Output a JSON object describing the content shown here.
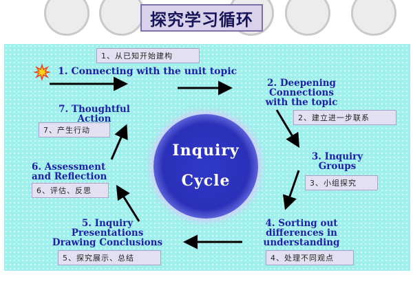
{
  "title": "探究学习循环",
  "center": {
    "line1": "Inquiry",
    "line2": "Cycle"
  },
  "stages": {
    "s1": {
      "label": "1. Connecting with the unit topic",
      "note": "1、从已知开始建构"
    },
    "s2": {
      "line1": "2. Deepening",
      "line2": "Connections",
      "line3": "with the topic",
      "note": "2、建立进一步联系"
    },
    "s3": {
      "line1": "3. Inquiry",
      "line2": "Groups",
      "note": "3、小组探究"
    },
    "s4": {
      "line1": "4.  Sorting out",
      "line2": "differences in",
      "line3": "understanding",
      "note": "4、处理不同观点"
    },
    "s5": {
      "line1": "5. Inquiry",
      "line2": "Presentations",
      "line3": "Drawing Conclusions",
      "note": "5、探究展示、总结"
    },
    "s6": {
      "line1": "6. Assessment",
      "line2": "and Reflection",
      "note": "6、评估、反思"
    },
    "s7": {
      "line1": "7. Thoughtful",
      "line2": "Action",
      "note": "7、产生行动"
    }
  },
  "colors": {
    "panel": "#9ff0ec",
    "stage_text": "#1e20a8",
    "highlight_text": "#d41a6a",
    "hub": "#2a30b8",
    "note_bg": "#e4e0f3"
  },
  "icons": {
    "start_marker": "starburst-icon"
  }
}
